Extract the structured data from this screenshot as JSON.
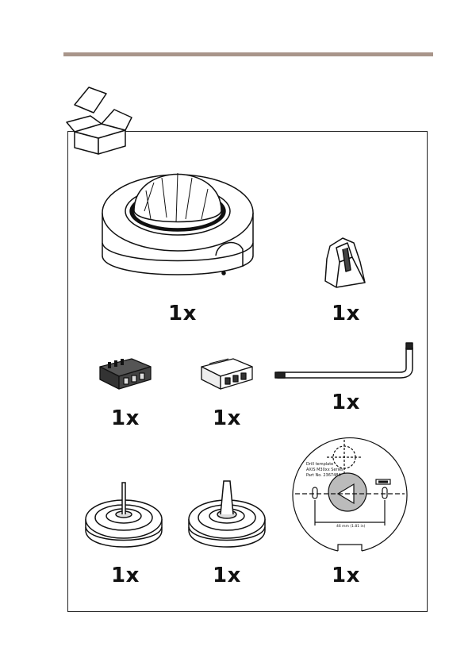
{
  "quantities": {
    "dome_camera": "1x",
    "cable_gasket_clip": "1x",
    "connector_black": "1x",
    "connector_white": "1x",
    "torx_key": "1x",
    "cable_gasket_thin": "1x",
    "cable_gasket_thick": "1x",
    "drill_template": "1x"
  },
  "drill_template": {
    "line1": "Drill template",
    "line2": "AXIS M30xx Series",
    "line3": "Part No. 2367484",
    "dimension": "46 mm (1.81 in)"
  }
}
